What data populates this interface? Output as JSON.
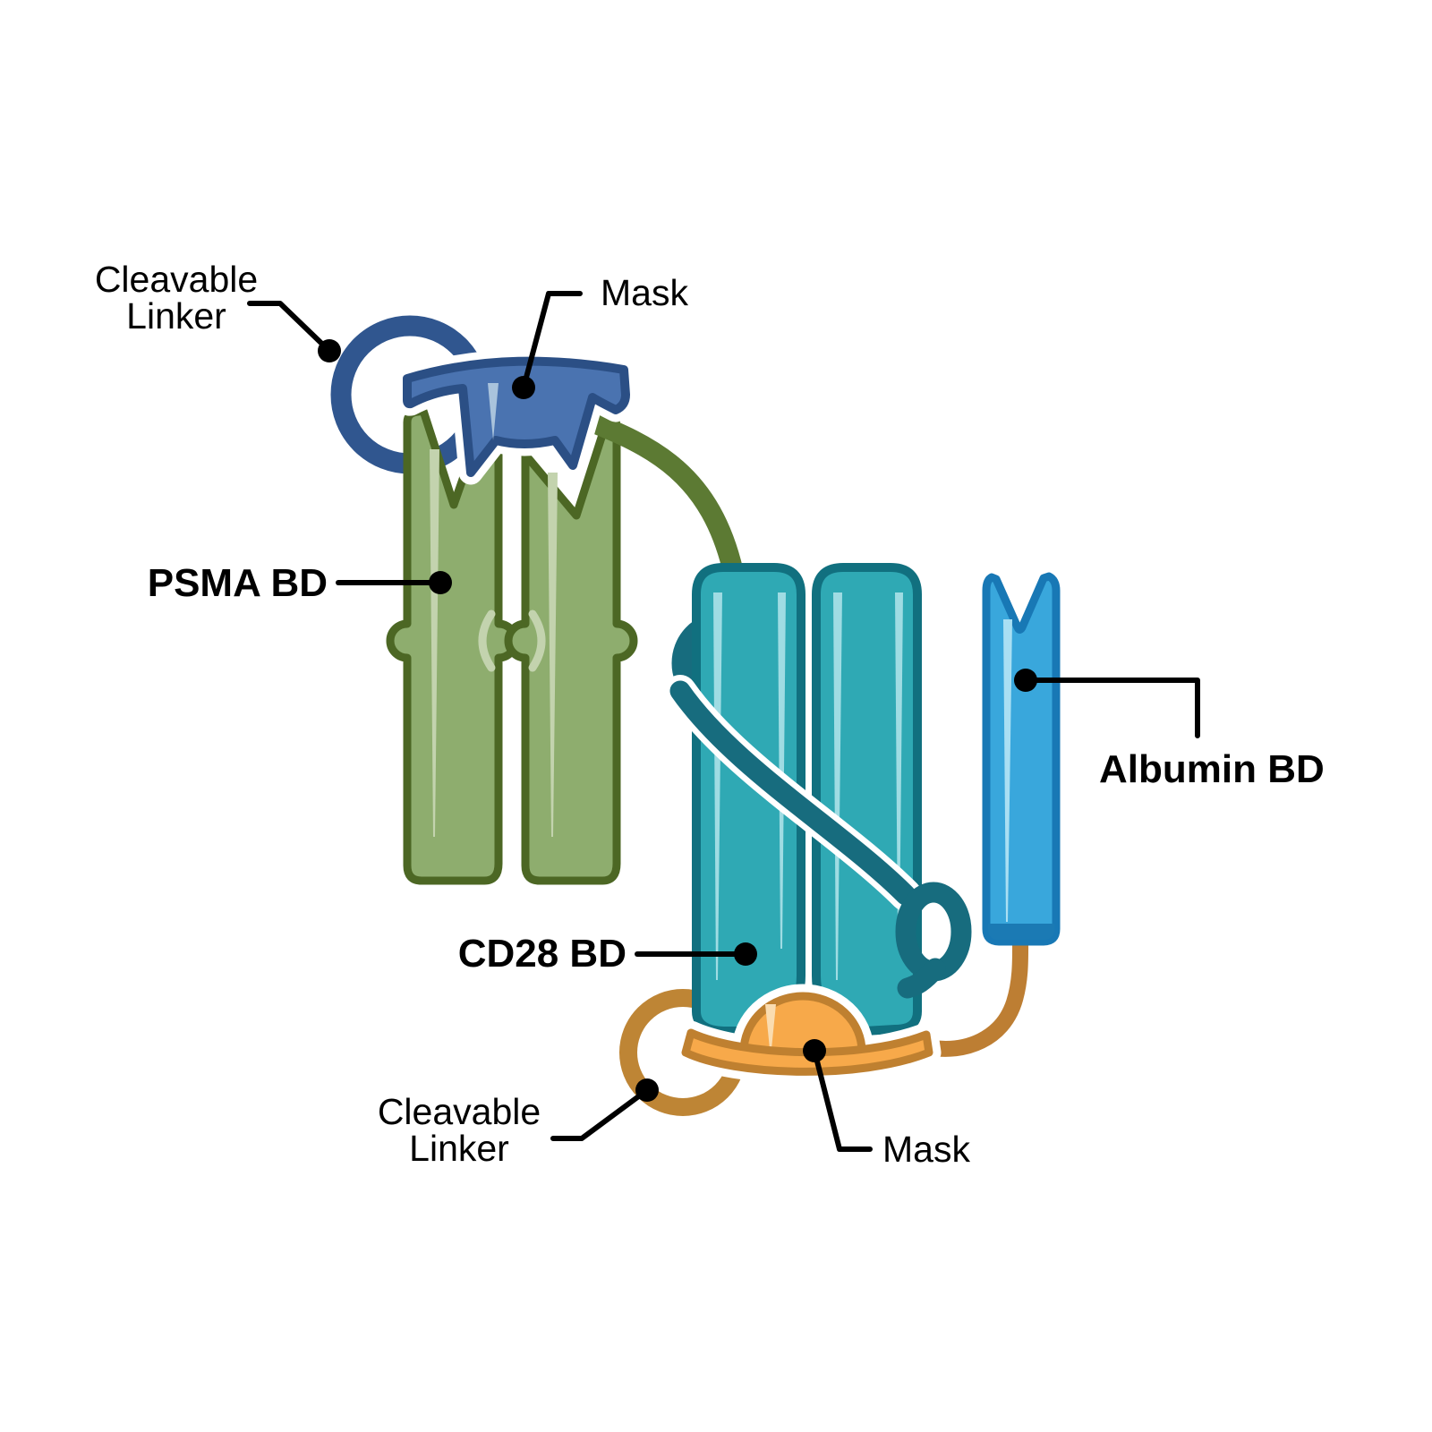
{
  "diagram": {
    "labels": {
      "cleavable_linker_top_line1": "Cleavable",
      "cleavable_linker_top_line2": "Linker",
      "mask_top": "Mask",
      "psma_bd": "PSMA BD",
      "cd28_bd": "CD28 BD",
      "albumin_bd": "Albumin BD",
      "cleavable_linker_bottom_line1": "Cleavable",
      "cleavable_linker_bottom_line2": "Linker",
      "mask_bottom": "Mask"
    },
    "colors": {
      "background": "#FFFFFF",
      "leader": "#000000",
      "mask_top_fill": "#4A73B0",
      "mask_top_stroke": "#2B4F85",
      "mask_top_highlight": "#A9C3DC",
      "linker_ring_top": "#30568F",
      "psma_fill": "#8EAD6E",
      "psma_stroke": "#4C6724",
      "psma_highlight": "#C3D3AE",
      "connector_olive": "#5C7A33",
      "cd28_fill": "#2FA9B4",
      "cd28_stroke": "#11707F",
      "cd28_highlight": "#9FDCE3",
      "linker_teal": "#176C7E",
      "albumin_fill": "#39A7DC",
      "albumin_stroke": "#1878B5",
      "albumin_cap": "#1B7AB4",
      "albumin_highlight": "#A9DFF3",
      "mask_bottom_fill": "#F7A94A",
      "mask_bottom_stroke": "#BF8030",
      "mask_bottom_highlight": "#FADCB0",
      "linker_ring_bottom": "#BE8535",
      "connector_orange": "#BD7E33"
    }
  }
}
